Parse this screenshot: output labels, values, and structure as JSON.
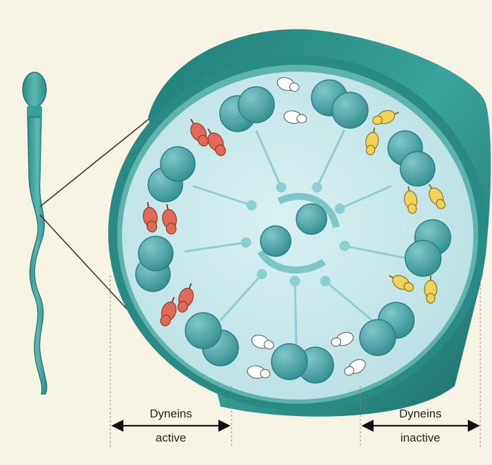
{
  "labels": {
    "left_line1": "Dyneins",
    "left_line2": "active",
    "right_line1": "Dyneins",
    "right_line2": "inactive"
  },
  "colors": {
    "background": "#f7f4e6",
    "rim": "#2f9088",
    "interior": "#cbe8ea",
    "microtubule": "#4aa4a8",
    "dynein_active": "#e06a55",
    "dynein_inactive": "#f2d35a",
    "dynein_neutral": "#ffffff"
  }
}
